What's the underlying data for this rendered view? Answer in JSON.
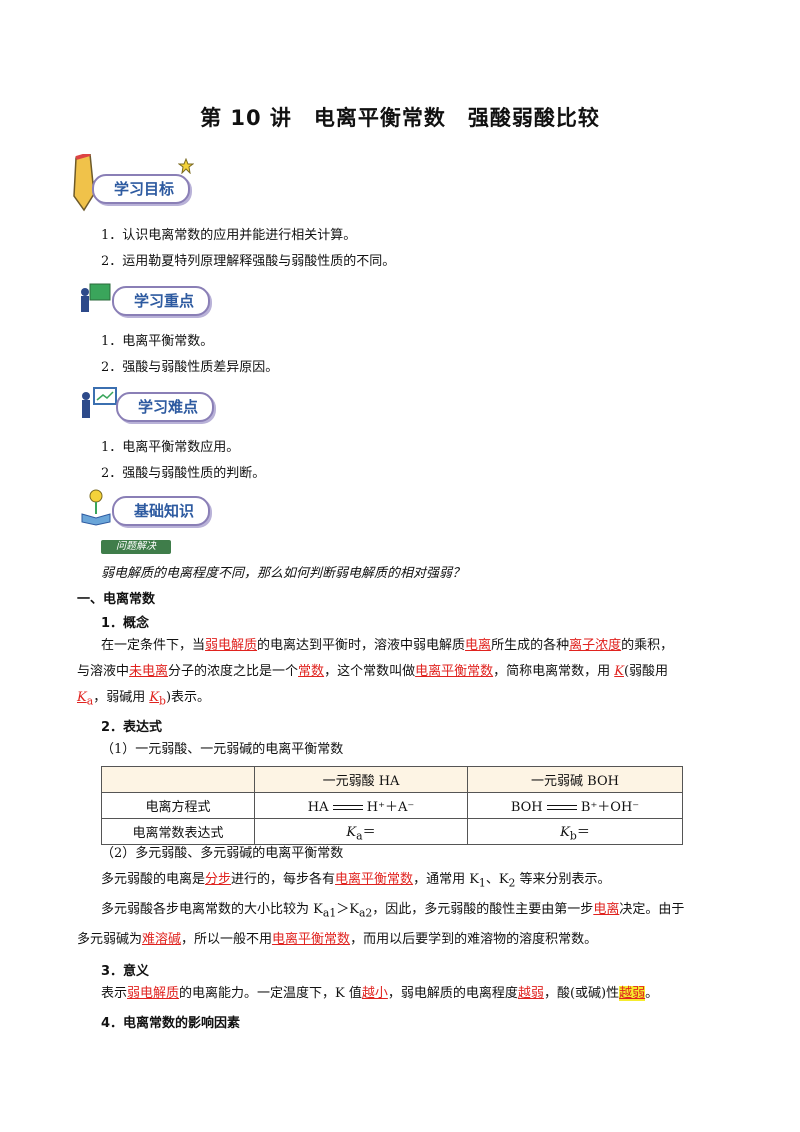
{
  "title": "第 10 讲　电离平衡常数　强酸弱酸比较",
  "banners": {
    "goals": "学习目标",
    "key": "学习重点",
    "difficult": "学习难点",
    "basics": "基础知识"
  },
  "goals": [
    "1．认识电离常数的应用并能进行相关计算。",
    "2．运用勒夏特列原理解释强酸与弱酸性质的不同。"
  ],
  "keypoints": [
    "1．电离平衡常数。",
    "2．强酸与弱酸性质差异原因。"
  ],
  "difficulties": [
    "1．电离平衡常数应用。",
    "2．强酸与弱酸性质的判断。"
  ],
  "tag": "问题解决",
  "question": "弱电解质的电离程度不同，那么如何判断弱电解质的相对强弱？",
  "s1": "一、电离常数",
  "s1_1": "1．概念",
  "concept": {
    "a": "在一定条件下，当",
    "b": "弱电解质",
    "c": "的电离达到平衡时，溶液中弱电解质",
    "d": "电离",
    "e": "所生成的各种",
    "f": "离子浓度",
    "g": "的乘积，",
    "h": "与溶液中",
    "i": "未电离",
    "j": "分子的浓度之比是一个",
    "k": "常数",
    "l": "，这个常数叫做",
    "m": "电离平衡常数",
    "n": "，简称电离常数，用 ",
    "o": "K",
    "p": "(弱酸用",
    "q": "K",
    "q_sub": "a",
    "r": "，弱碱用 ",
    "s": "K",
    "s_sub": "b",
    "t": ")表示。"
  },
  "s1_2": "2．表达式",
  "expr_label": "（1）一元弱酸、一元弱碱的电离平衡常数",
  "table": {
    "h1": "一元弱酸 HA",
    "h2": "一元弱碱 BOH",
    "r1": "电离方程式",
    "r1a_l": "HA",
    "r1a_r": "H⁺＋A⁻",
    "r1b_l": "BOH",
    "r1b_r": "B⁺＋OH⁻",
    "r2": "电离常数表达式",
    "r2a": "K",
    "r2a_sub": "a",
    "r2a_tail": "＝",
    "r2b": "K",
    "r2b_sub": "b",
    "r2b_tail": "＝"
  },
  "multi_label": "（2）多元弱酸、多元弱碱的电离平衡常数",
  "multi1": {
    "a": "多元弱酸的电离是",
    "b": "分步",
    "c": "进行的，每步各有",
    "d": "电离平衡常数",
    "e": "，通常用 K",
    "e1": "1",
    "f": "、K",
    "f1": "2",
    "g": " 等来分别表示。"
  },
  "multi2": {
    "a": "多元弱酸各步电离常数的大小比较为 K",
    "a1": "a1",
    "b": "＞K",
    "b1": "a2",
    "c": "，因此，多元弱酸的酸性主要由第一步",
    "d": "电离",
    "e": "决定。由于"
  },
  "multi3": {
    "a": "多元弱碱为",
    "b": "难溶碱",
    "c": "，所以一般不用",
    "d": "电离平衡常数",
    "e": "，而用以后要学到的难溶物的溶度积常数。"
  },
  "s1_3": "3．意义",
  "meaning": {
    "a": "表示",
    "b": "弱电解质",
    "c": "的电离能力。一定温度下，K 值",
    "d": "越小",
    "e": "，弱电解质的电离程度",
    "f": "越弱",
    "g": "，酸(或碱)性",
    "h": "越弱",
    "i": "。"
  },
  "s1_4": "4．电离常数的影响因素"
}
